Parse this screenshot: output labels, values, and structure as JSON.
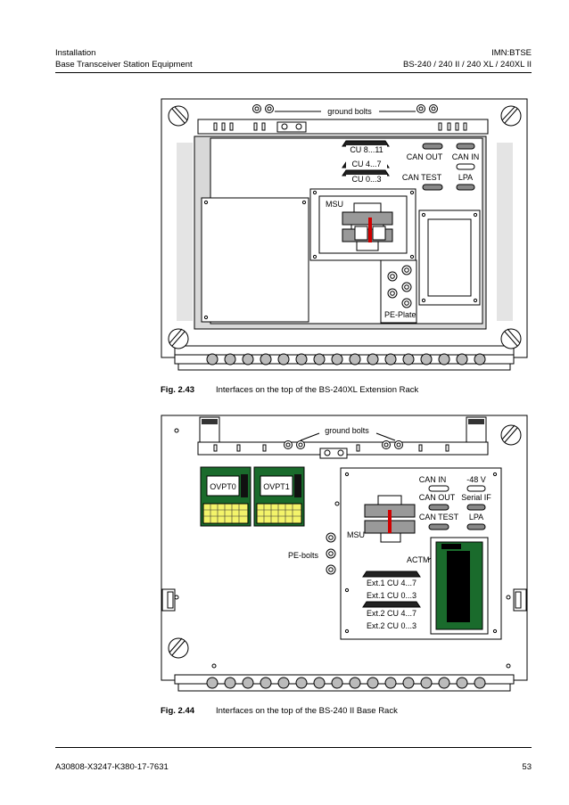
{
  "header": {
    "left_line1": "Installation",
    "left_line2": "Base Transceiver Station Equipment",
    "right_line1": "IMN:BTSE",
    "right_line2": "BS-240 / 240 II / 240 XL / 240XL II"
  },
  "figure1": {
    "number": "Fig. 2.43",
    "caption": "Interfaces on the top of the BS-240XL Extension Rack",
    "labels": {
      "ground_bolts": "ground bolts",
      "cu_8_11": "CU 8...11",
      "cu_4_7": "CU 4...7",
      "cu_0_3": "CU 0...3",
      "can_out": "CAN OUT",
      "can_in": "CAN IN",
      "can_test": "CAN TEST",
      "lpa": "LPA",
      "msu": "MSU",
      "pe_plate": "PE-Plate"
    }
  },
  "figure2": {
    "number": "Fig. 2.44",
    "caption": "Interfaces on the top of the BS-240 II Base Rack",
    "labels": {
      "ground_bolts": "ground bolts",
      "ovpt0": "OVPT0",
      "ovpt1": "OVPT1",
      "can_in": "CAN IN",
      "minus48v": "-48 V",
      "can_out": "CAN OUT",
      "serial_if": "Serial IF",
      "can_test": "CAN TEST",
      "lpa": "LPA",
      "msu": "MSU",
      "pe_bolts": "PE-bolts",
      "actm": "ACTM",
      "ext1_cu_4_7": "Ext.1 CU 4...7",
      "ext1_cu_0_3": "Ext.1 CU 0...3",
      "ext2_cu_4_7": "Ext.2 CU 4...7",
      "ext2_cu_0_3": "Ext.2 CU 0...3"
    }
  },
  "footer": {
    "doc_number": "A30808-X3247-K380-17-7631",
    "page_number": "53"
  }
}
